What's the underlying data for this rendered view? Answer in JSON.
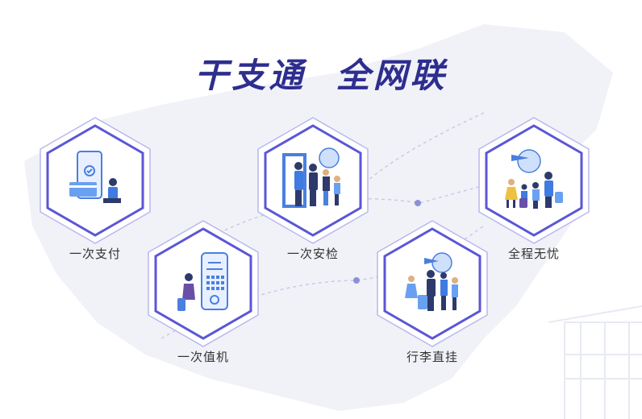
{
  "title": "干支通  全网联",
  "colors": {
    "title": "#2e2e8f",
    "hex_border": "#5b56d6",
    "hex_outer": "#b9b6ee",
    "accent": "#4a7fe0"
  },
  "features": [
    {
      "label": "一次支付",
      "icon": "phone-card-payment-icon"
    },
    {
      "label": "一次值机",
      "icon": "phone-boarding-pass-icon"
    },
    {
      "label": "一次安检",
      "icon": "security-gate-icon"
    },
    {
      "label": "行李直挂",
      "icon": "baggage-travelers-icon"
    },
    {
      "label": "全程无忧",
      "icon": "family-globe-travel-icon"
    }
  ]
}
